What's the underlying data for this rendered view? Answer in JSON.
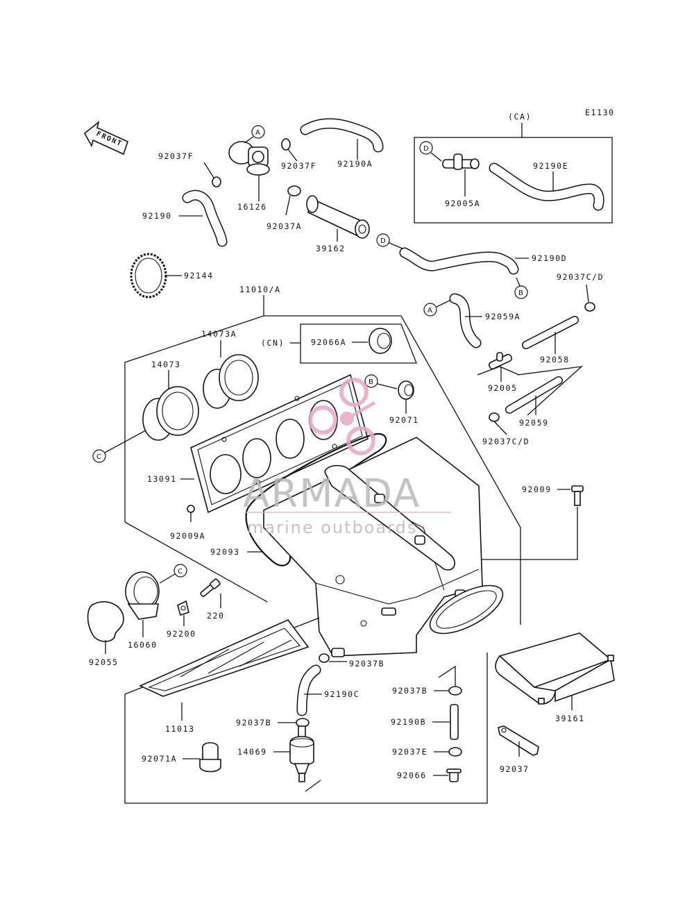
{
  "drawing_code": "E1130",
  "front_label": "FRONT",
  "callout_letters": {
    "a": "A",
    "b": "B",
    "c": "C",
    "d": "D"
  },
  "groups": {
    "ca": "(CA)",
    "cn": "(CN)"
  },
  "parts": {
    "p92037F_left": "92037F",
    "p92037F_right": "92037F",
    "p92190A": "92190A",
    "p92190E": "92190E",
    "p92005A": "92005A",
    "p92190": "92190",
    "p16126": "16126",
    "p92037A": "92037A",
    "p39162": "39162",
    "p92190D": "92190D",
    "p92144": "92144",
    "p11010A": "11010/A",
    "p92037CD_top": "92037C/D",
    "p92059A": "92059A",
    "p14073A": "14073A",
    "p14073": "14073",
    "p92066A": "92066A",
    "p92058": "92058",
    "p92005": "92005",
    "p92071": "92071",
    "p92059": "92059",
    "p92037CD_bot": "92037C/D",
    "p13091": "13091",
    "p92009": "92009",
    "p92009A": "92009A",
    "p92093": "92093",
    "p220": "220",
    "p92200": "92200",
    "p16060": "16060",
    "p92055": "92055",
    "p92037B_1": "92037B",
    "p92190C": "92190C",
    "p92037B_2": "92037B",
    "p92037B_3": "92037B",
    "p11013": "11013",
    "p92190B": "92190B",
    "p39161": "39161",
    "p14069": "14069",
    "p92037E": "92037E",
    "p92071A": "92071A",
    "p92066": "92066",
    "p92037": "92037"
  },
  "watermark": {
    "brand": "ARMADA",
    "tagline": "marine outboards",
    "color": "#e6a9c4"
  }
}
